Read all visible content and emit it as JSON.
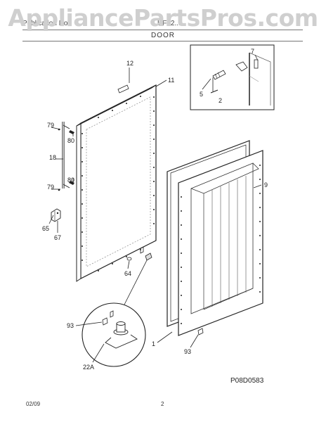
{
  "watermark": "AppliancePartsPros.com",
  "header": {
    "publication_label": "Publication No.",
    "model": "UF22...",
    "section_title": "DOOR"
  },
  "callouts": {
    "c12": "12",
    "c11": "11",
    "c7": "7",
    "c5": "5",
    "c2": "2",
    "c79a": "79",
    "c80a": "80",
    "c18": "18",
    "c79b": "79",
    "c80b": "80",
    "c9": "9",
    "c65": "65",
    "c67": "67",
    "c64": "64",
    "c93a": "93",
    "c22a": "22A",
    "c1": "1",
    "c93b": "93"
  },
  "diagram_code": "P08D0583",
  "footer": {
    "date": "02/09",
    "page": "2"
  }
}
